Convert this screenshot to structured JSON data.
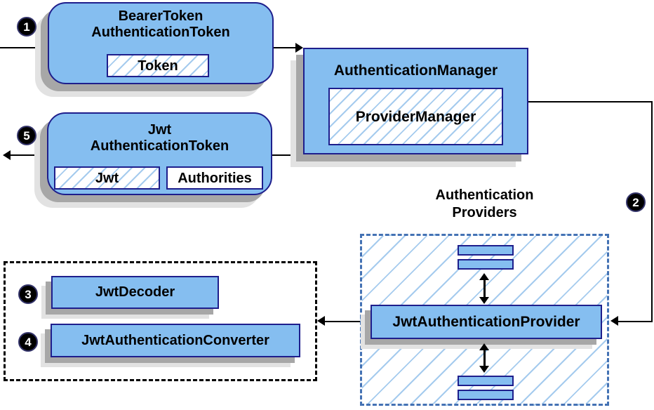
{
  "bearer": {
    "line1": "BearerToken",
    "line2": "AuthenticationToken",
    "token": "Token"
  },
  "jwt_token": {
    "line1": "Jwt",
    "line2": "AuthenticationToken",
    "jwt": "Jwt",
    "authorities": "Authorities"
  },
  "manager": {
    "title": "AuthenticationManager",
    "inner": "ProviderManager"
  },
  "providers": {
    "line1": "Authentication",
    "line2": "Providers",
    "provider": "JwtAuthenticationProvider"
  },
  "resolvers": {
    "decoder": "JwtDecoder",
    "converter": "JwtAuthenticationConverter"
  },
  "steps": {
    "s1": "1",
    "s2": "2",
    "s3": "3",
    "s4": "4",
    "s5": "5"
  },
  "icons": {
    "arrow-head": "css-triangle",
    "double-arrow": "css-vertical-double-arrow",
    "step-badge": "black-circle-white-digit"
  },
  "colors": {
    "box_fill": "#85bef0",
    "box_border": "#1e1e8c",
    "hatch_line": "#a5cbee",
    "providers_dash_border": "#4472b4",
    "resolver_dash_border": "#000000",
    "arrow": "#000000",
    "shadow_dark": "#a7a7a7",
    "shadow_light": "#e2e2e2",
    "badge_bg": "#000000",
    "badge_text": "#ffffff",
    "background": "#ffffff"
  }
}
